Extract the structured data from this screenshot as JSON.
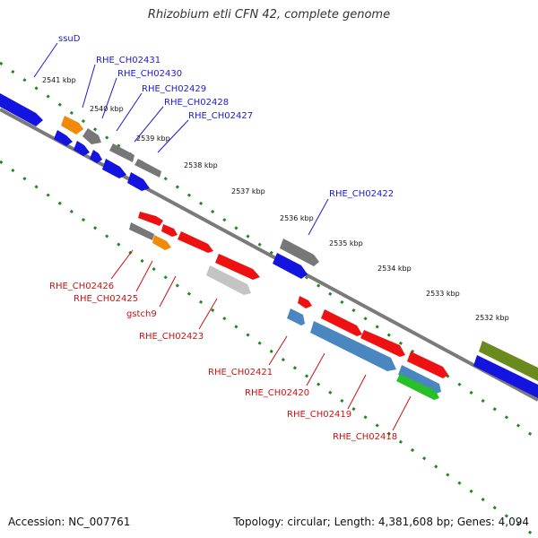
{
  "header": {
    "title": "Rhizobium etli CFN 42, complete genome"
  },
  "footer": {
    "accession": "Accession: NC_007761",
    "summary": "Topology: circular; Length: 4,381,608 bp; Genes: 4,094"
  },
  "colors": {
    "backbone": "#7a7a7a",
    "tick_dots": "#1f8a1f",
    "forward_label": "#1b1bd0",
    "reverse_label": "#cc1111",
    "blue_gene": "#1414e0",
    "red_gene": "#ee1111",
    "grey_gene": "#777777",
    "orange_gene": "#f08a0a",
    "steel_gene": "#4a86c0",
    "light_grey_gene": "#c4c4c4",
    "green_gene": "#28c028",
    "olive_gene": "#6a8a1e"
  },
  "ticks": [
    "2541 kbp",
    "2540 kbp",
    "2539 kbp",
    "2538 kbp",
    "2537 kbp",
    "2536 kbp",
    "2535 kbp",
    "2534 kbp",
    "2533 kbp",
    "2532 kbp"
  ],
  "forward_labels": [
    "ssuD",
    "RHE_CH02431",
    "RHE_CH02430",
    "RHE_CH02429",
    "RHE_CH02428",
    "RHE_CH02427",
    "RHE_CH02422"
  ],
  "reverse_labels": [
    "RHE_CH02426",
    "RHE_CH02425",
    "gstch9",
    "RHE_CH02423",
    "RHE_CH02421",
    "RHE_CH02420",
    "RHE_CH02419",
    "RHE_CH02418"
  ]
}
